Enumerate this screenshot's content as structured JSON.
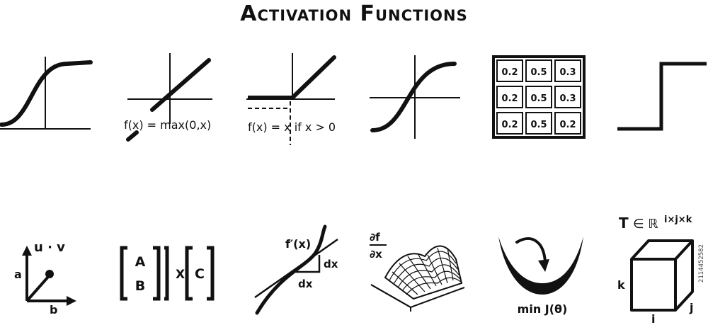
{
  "title": "Activation Functions",
  "icons": {
    "relu_formula": "f(x) = max(0,x)",
    "leaky_formula": "f(x) = x if x > 0",
    "softmax_matrix": [
      [
        "0.2",
        "0.5",
        "0.3"
      ],
      [
        "0.2",
        "0.5",
        "0.3"
      ],
      [
        "0.2",
        "0.5",
        "0.2"
      ]
    ],
    "dot_product": "u · v",
    "dot_axis_a": "a",
    "dot_axis_b": "b",
    "matrix_a": "A",
    "matrix_b": "B",
    "matrix_times": "X",
    "matrix_c": "C",
    "derivative_label": "f′(x)",
    "dx_vertical": "dx",
    "dx_horizontal": "dx",
    "partial_num": "∂f",
    "partial_den": "∂x",
    "loss_label": "min J(θ)",
    "tensor_T": "T",
    "tensor_space": "∈ ℝ",
    "tensor_dims": "i×j×k",
    "tensor_k": "k",
    "tensor_i": "i",
    "tensor_j": "j"
  },
  "watermark_id": "2114452582"
}
